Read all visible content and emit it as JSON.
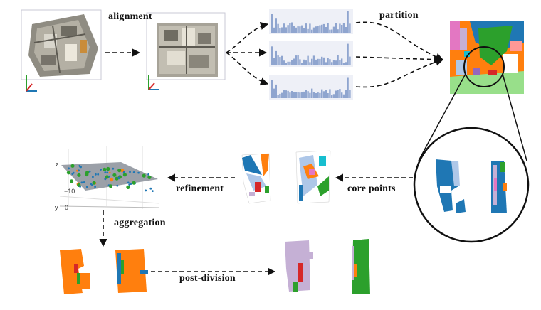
{
  "diagram": {
    "labels": {
      "alignment": "alignment",
      "partition": "partition",
      "refinement": "refinement",
      "core_points": "core points",
      "aggregation": "aggregation",
      "post_division": "post-division"
    },
    "plot_axis": {
      "tick_minus10": "−10",
      "axis_z": "z",
      "axis_y": "y",
      "tick_0": "0"
    },
    "colors": {
      "blue": "#1f77b4",
      "orange": "#ff7f0e",
      "green": "#2ca02c",
      "lavender": "#c5b0d5",
      "light_blue": "#aec7e8",
      "pink": "#e377c2",
      "red": "#d62728",
      "light_green": "#98df8a",
      "histogram_bar": "#8fa5cf"
    }
  }
}
